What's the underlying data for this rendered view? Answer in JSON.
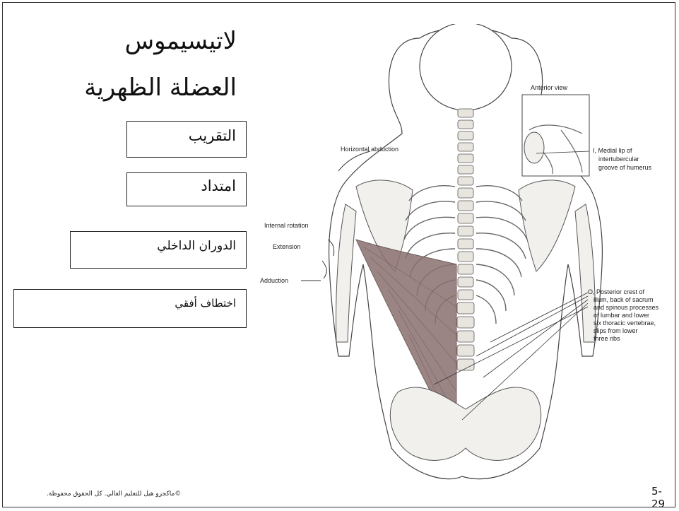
{
  "slide": {
    "title_line1": "لاتيسيموس",
    "title_line2": "العضلة الظهرية",
    "boxes": [
      {
        "label": "التقريب"
      },
      {
        "label": "امتداد"
      },
      {
        "label": "الدوران الداخلي"
      },
      {
        "label": "اختطاف أفقي"
      }
    ],
    "copyright": "©ماكجرو هيل للتعليم العالي. كل الحقوق محفوظة.",
    "page_number": "5-29"
  },
  "figure": {
    "anterior_view": "Anterior view",
    "horizontal_abduction": "Horizontal abduction",
    "internal_rotation": "Internal rotation",
    "extension": "Extension",
    "adduction": "Adduction",
    "insertion": [
      "I, Medial lip of",
      "intertubercular",
      "groove of humerus"
    ],
    "origin": [
      "O, Posterior crest of",
      "ilium, back of sacrum",
      "and spinous processes",
      "of lumbar and lower",
      "six thoracic vertebrae,",
      "slips from lower",
      "three ribs"
    ]
  },
  "colors": {
    "muscle": "#8a6f6f",
    "bone": "#f2f0ec",
    "outline": "#444444"
  }
}
